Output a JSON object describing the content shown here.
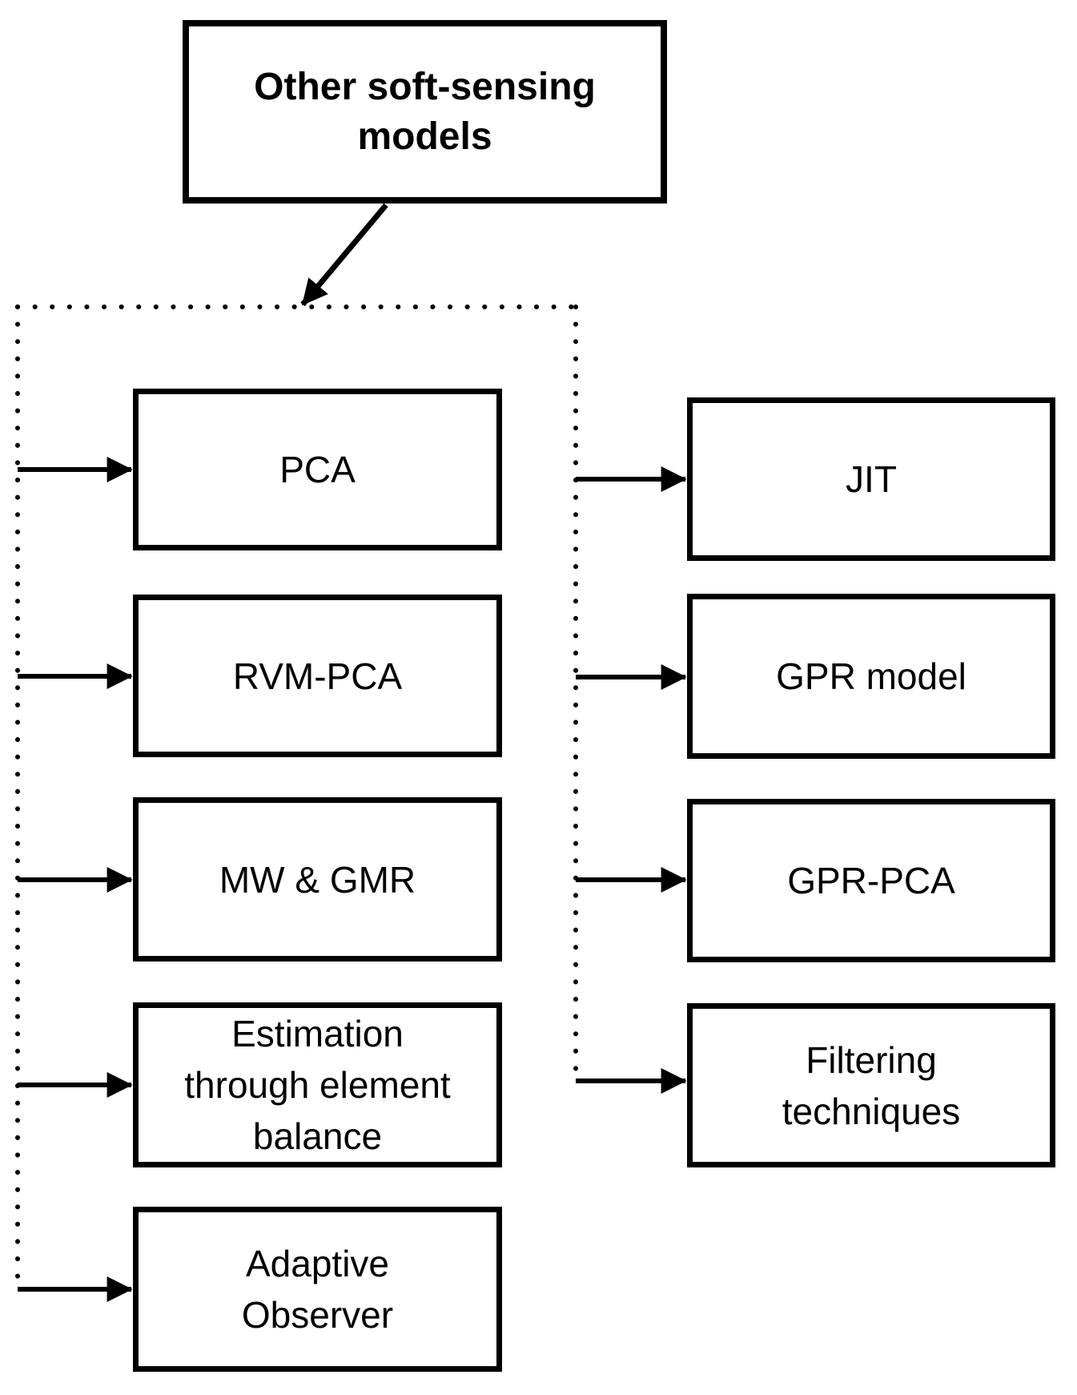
{
  "diagram": {
    "title": "Other soft-sensing models",
    "left_column": [
      "PCA",
      "RVM-PCA",
      "MW & GMR",
      "Estimation through element balance",
      "Adaptive Observer"
    ],
    "right_column": [
      "JIT",
      "GPR model",
      "GPR-PCA",
      "Filtering techniques"
    ],
    "colors": {
      "line": "#000000",
      "box_border": "#000000",
      "background": "#ffffff",
      "text": "#000000"
    }
  }
}
